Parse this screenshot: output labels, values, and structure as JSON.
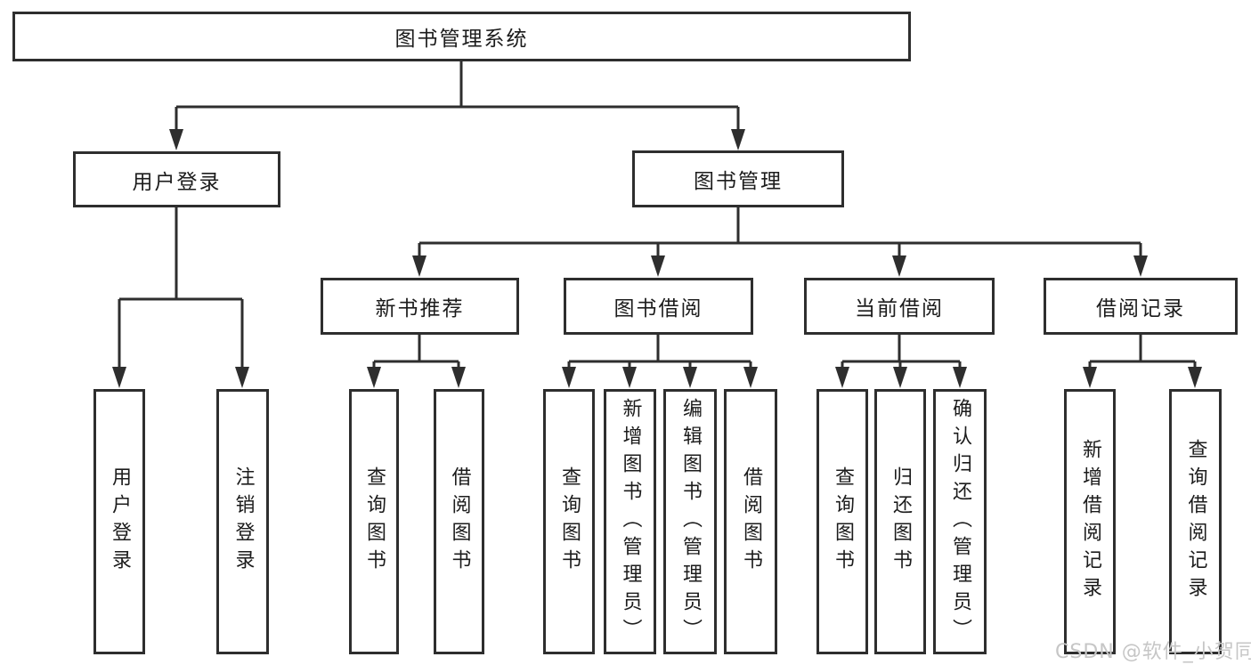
{
  "tree": {
    "root": {
      "label": "图书管理系统"
    },
    "branches": [
      {
        "label": "用户登录",
        "children": [
          {
            "label": "用户登录"
          },
          {
            "label": "注销登录"
          }
        ]
      },
      {
        "label": "图书管理",
        "children": [
          {
            "label": "新书推荐",
            "children": [
              {
                "label": "查询图书"
              },
              {
                "label": "借阅图书"
              }
            ]
          },
          {
            "label": "图书借阅",
            "children": [
              {
                "label": "查询图书"
              },
              {
                "label": "新增图书（管理员）"
              },
              {
                "label": "编辑图书（管理员）"
              },
              {
                "label": "借阅图书"
              }
            ]
          },
          {
            "label": "当前借阅",
            "children": [
              {
                "label": "查询图书"
              },
              {
                "label": "归还图书"
              },
              {
                "label": "确认归还（管理员）"
              }
            ]
          },
          {
            "label": "借阅记录",
            "children": [
              {
                "label": "新增借阅记录"
              },
              {
                "label": "查询借阅记录"
              }
            ]
          }
        ]
      }
    ]
  },
  "watermark": "CSDN @软件_小贺同学",
  "colors": {
    "line": "#2e2e2e",
    "text": "#1c1c1c",
    "watermark": "#c6c6c6",
    "background": "#ffffff"
  }
}
